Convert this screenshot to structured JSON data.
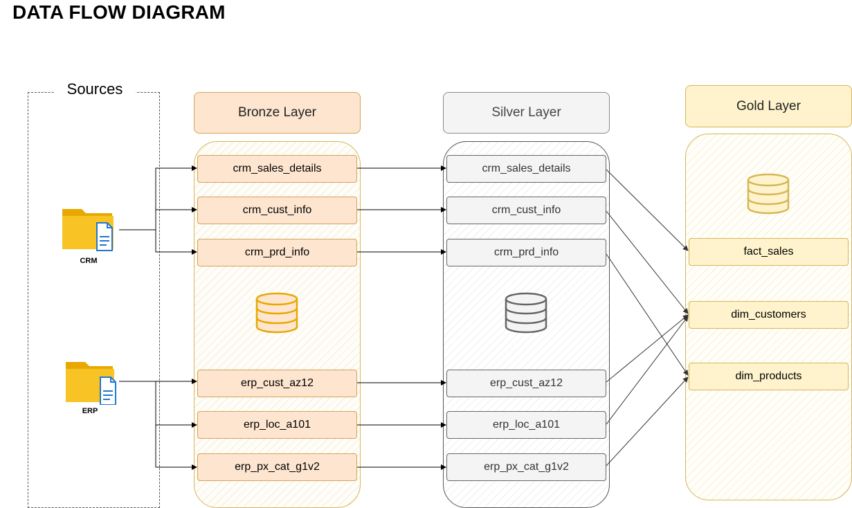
{
  "title": "DATA FLOW DIAGRAM",
  "sources": {
    "label": "Sources",
    "crm_label": "CRM",
    "erp_label": "ERP"
  },
  "bronze": {
    "header": "Bronze Layer",
    "tables": [
      "crm_sales_details",
      "crm_cust_info",
      "crm_prd_info",
      "erp_cust_az12",
      "erp_loc_a101",
      "erp_px_cat_g1v2"
    ]
  },
  "silver": {
    "header": "Silver Layer",
    "tables": [
      "crm_sales_details",
      "crm_cust_info",
      "crm_prd_info",
      "erp_cust_az12",
      "erp_loc_a101",
      "erp_px_cat_g1v2"
    ]
  },
  "gold": {
    "header": "Gold Layer",
    "tables": [
      "fact_sales",
      "dim_customers",
      "dim_products"
    ]
  },
  "colors": {
    "bronze_fill": "#fde5cf",
    "bronze_stroke": "#d6a256",
    "silver_fill": "#f4f4f4",
    "silver_stroke": "#666666",
    "gold_fill": "#fef3cc",
    "gold_stroke": "#d6b656",
    "folder": "#f0b400",
    "doc": "#1f77d0"
  }
}
